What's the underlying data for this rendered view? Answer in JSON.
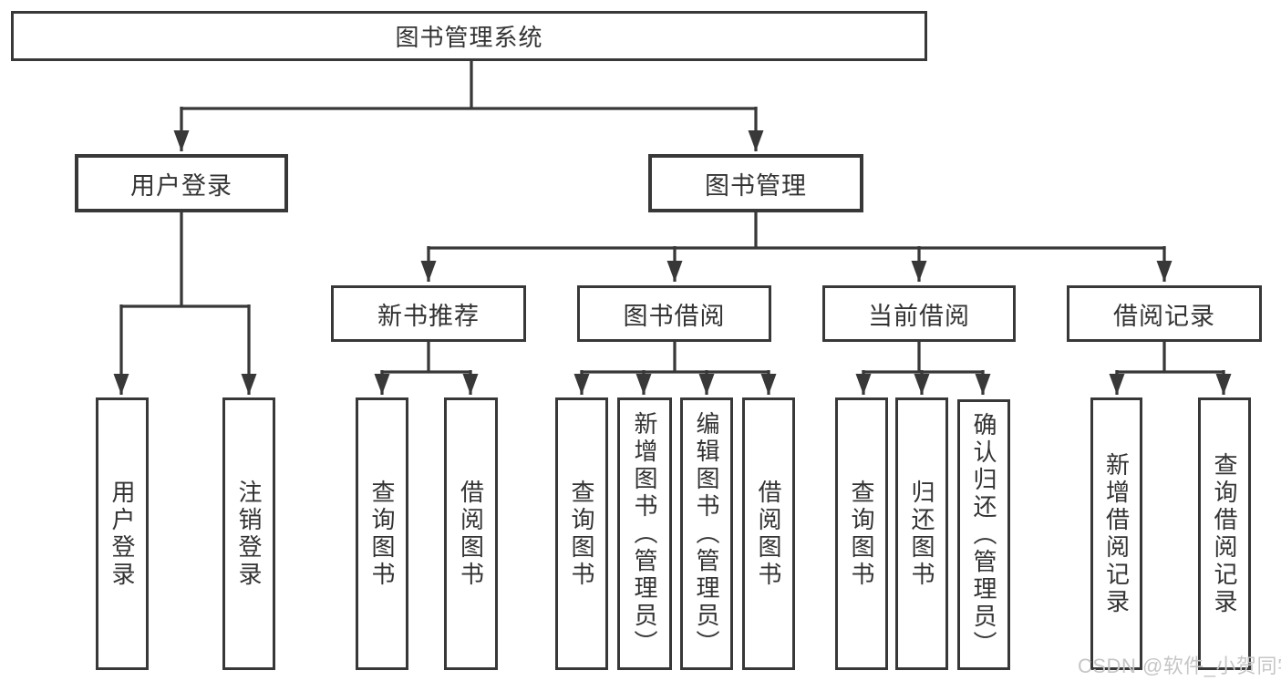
{
  "diagram": {
    "type": "tree",
    "watermark": "CSDN @软件_小贺同学",
    "colors": {
      "line": "#383838",
      "box_border": "#383838",
      "text": "#333333",
      "background": "#ffffff",
      "watermark_text": "#c6c6c6"
    },
    "tree": {
      "label": "图书管理系统",
      "children": [
        {
          "label": "用户登录",
          "children": [
            {
              "label": "用户登录"
            },
            {
              "label": "注销登录"
            }
          ]
        },
        {
          "label": "图书管理",
          "children": [
            {
              "label": "新书推荐",
              "children": [
                {
                  "label": "查询图书"
                },
                {
                  "label": "借阅图书"
                }
              ]
            },
            {
              "label": "图书借阅",
              "children": [
                {
                  "label": "查询图书"
                },
                {
                  "label": "新增图书（管理员）"
                },
                {
                  "label": "编辑图书（管理员）"
                },
                {
                  "label": "借阅图书"
                }
              ]
            },
            {
              "label": "当前借阅",
              "children": [
                {
                  "label": "查询图书"
                },
                {
                  "label": "归还图书"
                },
                {
                  "label": "确认归还（管理员）"
                }
              ]
            },
            {
              "label": "借阅记录",
              "children": [
                {
                  "label": "新增借阅记录"
                },
                {
                  "label": "查询借阅记录"
                }
              ]
            }
          ]
        }
      ]
    }
  }
}
